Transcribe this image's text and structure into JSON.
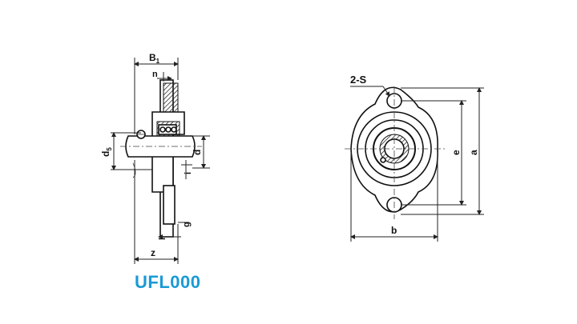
{
  "model": {
    "name": "UFL000",
    "color": "#1a9ad6"
  },
  "side_view": {
    "labels": {
      "B1_main": "B",
      "B1_sub": "1",
      "n": "n",
      "d5_main": "d",
      "d5_sub": "5",
      "d": "d",
      "i": "i",
      "g": "g",
      "l": "l",
      "z": "z"
    }
  },
  "front_view": {
    "labels": {
      "holes": "2-S",
      "e": "e",
      "a": "a",
      "b": "b"
    }
  }
}
